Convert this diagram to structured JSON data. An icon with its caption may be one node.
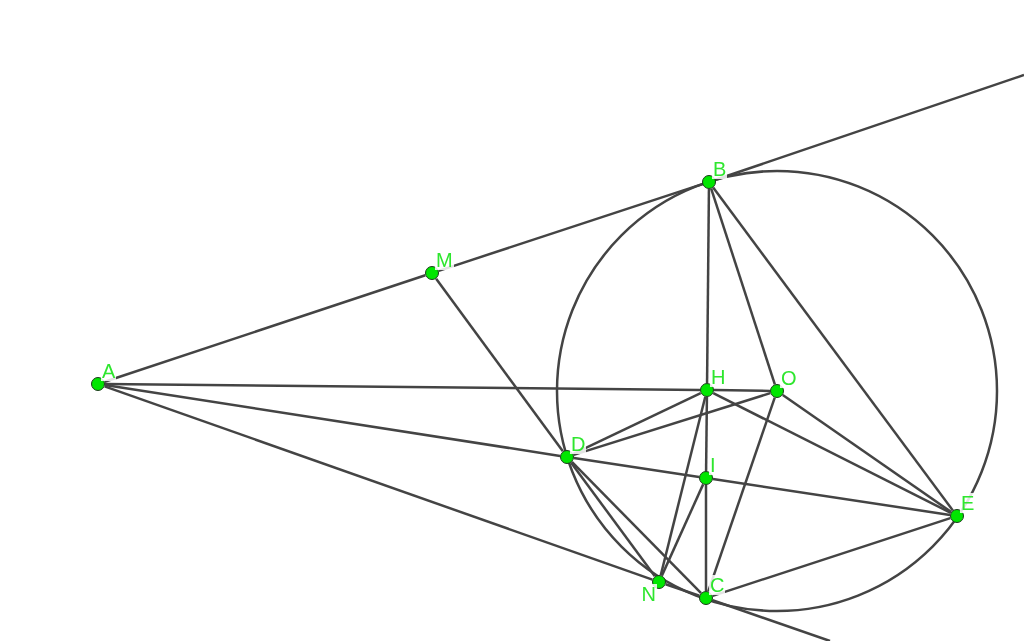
{
  "diagram": {
    "nodes": [
      {
        "text": [
          "B"
        ]
      },
      {
        "text": [
          "M"
        ]
      },
      {
        "text": [
          "A"
        ]
      },
      {
        "text": [
          "H"
        ]
      },
      {
        "text": [
          "O"
        ]
      },
      {
        "text": [
          "D"
        ]
      },
      {
        "text": [
          "I"
        ]
      },
      {
        "text": [
          "E"
        ]
      },
      {
        "text": [
          "N"
        ]
      },
      {
        "text": [
          "C"
        ]
      }
    ],
    "edges": [
      {
        "from": 2,
        "to": 1,
        "arrow": "none"
      },
      {
        "from": 1,
        "to": 0,
        "arrow": "none"
      },
      {
        "from": 0,
        "to": null,
        "arrow": "none"
      },
      {
        "from": 2,
        "to": 8,
        "arrow": "none"
      },
      {
        "from": 8,
        "to": 9,
        "arrow": "none"
      },
      {
        "from": 9,
        "to": null,
        "arrow": "none"
      },
      {
        "from": 2,
        "to": 3,
        "arrow": "none"
      },
      {
        "from": 3,
        "to": 4,
        "arrow": "none"
      },
      {
        "from": 2,
        "to": 5,
        "arrow": "none"
      },
      {
        "from": 5,
        "to": 6,
        "arrow": "none"
      },
      {
        "from": 6,
        "to": 7,
        "arrow": "none"
      },
      {
        "from": 1,
        "to": 5,
        "arrow": "none"
      },
      {
        "from": 0,
        "to": 3,
        "arrow": "none"
      },
      {
        "from": 3,
        "to": 6,
        "arrow": "none"
      },
      {
        "from": 6,
        "to": 9,
        "arrow": "none"
      },
      {
        "from": 0,
        "to": 4,
        "arrow": "none"
      },
      {
        "from": 0,
        "to": 7,
        "arrow": "none"
      },
      {
        "from": 5,
        "to": 3,
        "arrow": "none"
      },
      {
        "from": 5,
        "to": 4,
        "arrow": "none"
      },
      {
        "from": 5,
        "to": 8,
        "arrow": "none"
      },
      {
        "from": 5,
        "to": 9,
        "arrow": "none"
      },
      {
        "from": 3,
        "to": 8,
        "arrow": "none"
      },
      {
        "from": 6,
        "to": 8,
        "arrow": "none"
      },
      {
        "from": 4,
        "to": 9,
        "arrow": "none"
      },
      {
        "from": 4,
        "to": 7,
        "arrow": "none"
      },
      {
        "from": 3,
        "to": 7,
        "arrow": "none"
      },
      {
        "from": 9,
        "to": 7,
        "arrow": "none"
      }
    ]
  }
}
